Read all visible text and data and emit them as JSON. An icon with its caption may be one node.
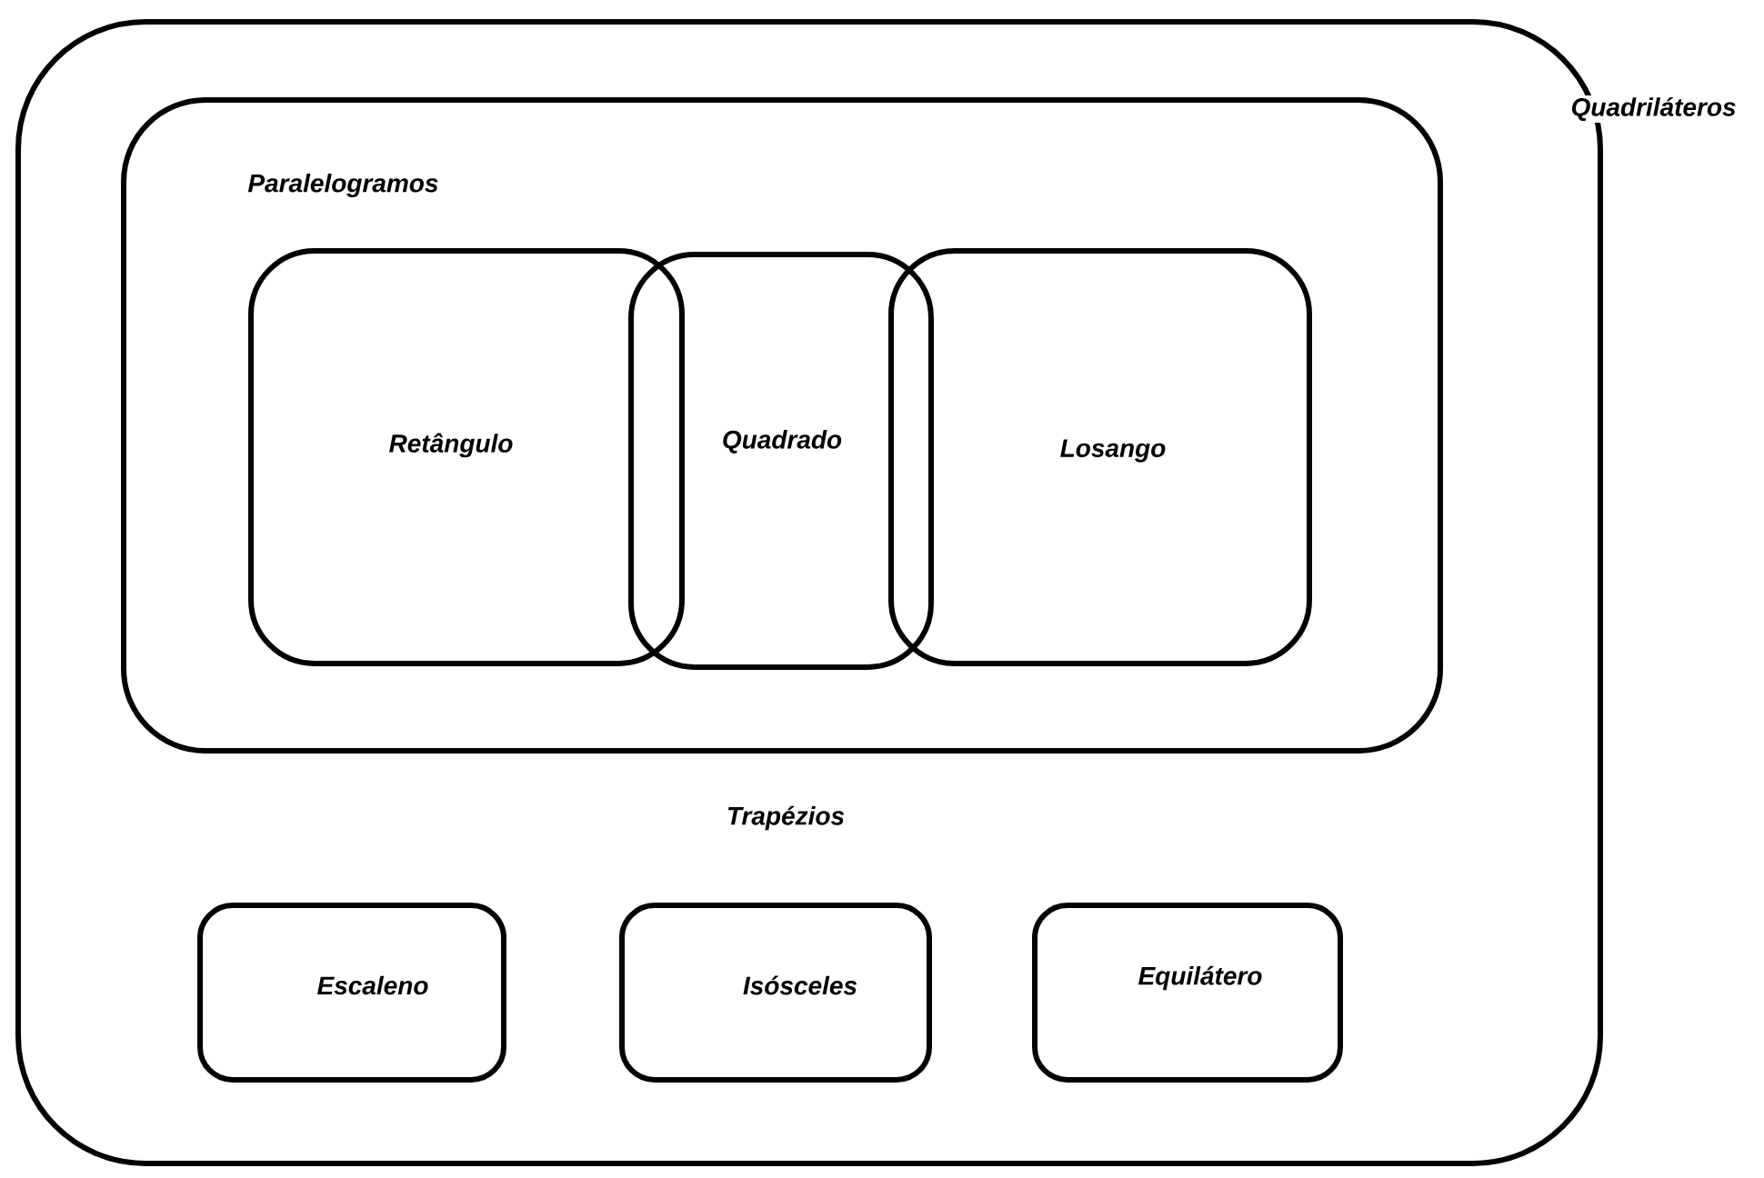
{
  "diagram": {
    "nodes": [
      {
        "text": [
          "Quadriláteros"
        ]
      },
      {
        "text": [
          "Paralelogramos"
        ],
        "in": 0
      },
      {
        "text": [
          "Retângulo"
        ],
        "in": 1
      },
      {
        "text": [
          "Quadrado"
        ],
        "in": 1
      },
      {
        "text": [
          "Losango"
        ],
        "in": 1
      },
      {
        "text": [
          "Escaleno"
        ],
        "in": 0
      },
      {
        "text": [
          "Isósceles"
        ],
        "in": 0
      },
      {
        "text": [
          "Equilátero"
        ],
        "in": 0
      }
    ],
    "labels": [
      "Trapézios"
    ]
  }
}
